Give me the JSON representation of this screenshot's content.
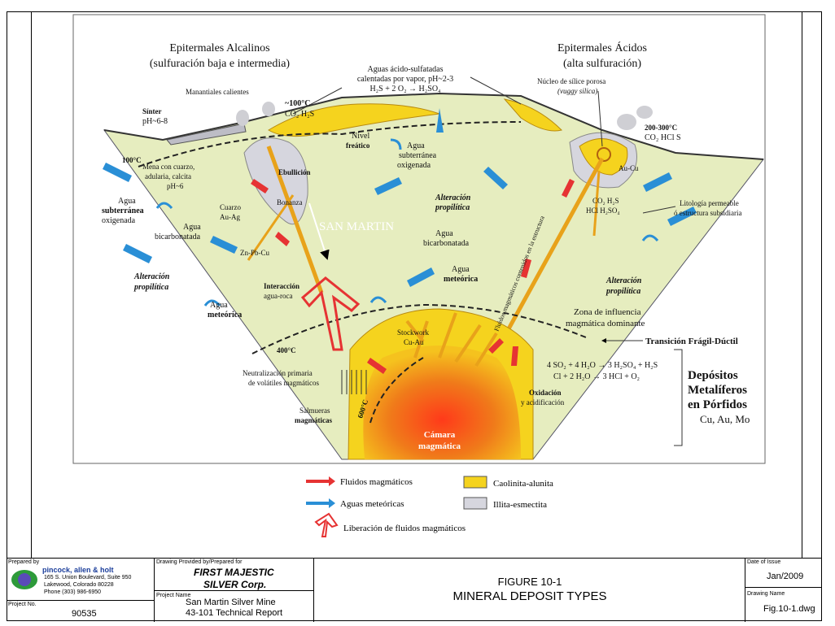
{
  "diagram": {
    "title_left": "Epitermales Alcalinos",
    "title_left_sub": "(sulfuración baja e intermedia)",
    "title_right": "Epitermales Ácidos",
    "title_right_sub": "(alta sulfuración)",
    "aguas_acido": "Aguas ácido-sulfatadas",
    "aguas_acido2": "calentadas por vapor, pH~2-3",
    "reaction1": "H₂S + 2 O₂ → H₂SO₄",
    "manantiales": "Manantiales calientes",
    "sinter": "Sínter",
    "sinter_ph": "pH~6-8",
    "temp100": "~100°C",
    "co2h2s": "CO₂ H₂S",
    "nivel": "Nivel",
    "freatico": "freático",
    "nucleo": "Núcleo de sílice porosa",
    "vuggy": "(vuggy silica)",
    "temp200": "200-300°C",
    "co2hcl": "CO₂ HCl S",
    "t100side": "100°C",
    "mena1": "Mena con cuarzo,",
    "mena2": "adularia, calcita",
    "mena3": "pH~6",
    "ebullicion": "Ebullición",
    "bonanza": "Bonanza",
    "cuarzo": "Cuarzo",
    "auag": "Au-Ag",
    "agua_sub_l1": "Agua",
    "agua_sub_l2": "subterránea",
    "agua_sub_l3": "oxigenada",
    "agua_bic_l1": "Agua",
    "agua_bic_l2": "bicarbonatada",
    "znpbcu": "Zn-Pb-Cu",
    "san_martin": "SAN MARTIN",
    "agua_sub_c1": "Agua",
    "agua_sub_c2": "subterránea",
    "agua_sub_c3": "oxigenada",
    "alt_prop_c1": "Alteración",
    "alt_prop_c2": "propilítica",
    "agua_bic_c1": "Agua",
    "agua_bic_c2": "bicarbonatada",
    "agua_met_c1": "Agua",
    "agua_met_c2": "meteórica",
    "aucu": "Au-Cu",
    "co2h2s_r": "CO₂ H₂S",
    "hclh2so4": "HCl H₂SO₄",
    "litologia1": "Litología permeable",
    "litologia2": "ó estructura subsidiaria",
    "alt_prop_l1": "Alteración",
    "alt_prop_l2": "propilítica",
    "agua_met_l1": "Agua",
    "agua_met_l2": "meteórica",
    "interaccion1": "Interacción",
    "interaccion2": "agua-roca",
    "fluidos_vert": "Fluidos magmáticos contenidos en la estructura",
    "alt_prop_r1": "Alteración",
    "alt_prop_r2": "propilítica",
    "zona1": "Zona de influencia",
    "zona2": "magmática dominante",
    "transicion": "Transición Frágil-Dúctil",
    "stockwork1": "Stockwork",
    "stockwork2": "Cu-Au",
    "t400": "400°C",
    "neutral1": "Neutralización primaria",
    "neutral2": "de volátiles magmáticos",
    "reaction2": "4 SO₂ + 4 H₂O → 3 H₂SO₄ + H₂S",
    "reaction3": "Cl + 2 H₂O → 3 HCl + O₂",
    "depositos1": "Depósitos",
    "depositos2": "Metalíferos",
    "depositos3": "en Pórfidos",
    "depositos4": "Cu, Au, Mo",
    "oxidacion1": "Oxidación",
    "oxidacion2": "y acidificación",
    "salmueras1": "Salmueras",
    "salmueras2": "magmáticas",
    "t600": "600°C",
    "camara1": "Cámara",
    "camara2": "magmática"
  },
  "legend": {
    "fluidos": "Fluidos magmáticos",
    "aguas": "Aguas meteóricas",
    "liberacion": "Liberación de fluidos magmáticos",
    "caolinita": "Caolinita-alunita",
    "illita": "Illita-esmectita"
  },
  "colors": {
    "background": "#e6edbf",
    "yellow": "#f5d31e",
    "orange": "#e8a21a",
    "red": "#e63333",
    "blue": "#2a8fd6",
    "grey": "#d6d6de"
  },
  "titleblock": {
    "prepared_by_label": "Prepared by",
    "company": "pincock, allen & holt",
    "addr1": "165 S. Union Boulevard, Suite 950",
    "addr2": "Lakewood, Colorado 80228",
    "phone": "Phone (303) 986-6950",
    "drawing_label": "Drawing Provided by/Prepared for",
    "client1": "FIRST MAJESTIC",
    "client2": "SILVER Corp.",
    "project_name_label": "Project Name",
    "project1": "San Martin Silver Mine",
    "project2": "43-101 Technical Report",
    "project_no_label": "Project No.",
    "project_no": "90535",
    "figure": "FIGURE 10-1",
    "figure_title": "MINERAL DEPOSIT TYPES",
    "date_label": "Date of Issue",
    "date": "Jan/2009",
    "drawing_name_label": "Drawing Name",
    "drawing_name": "Fig.10-1.dwg"
  }
}
